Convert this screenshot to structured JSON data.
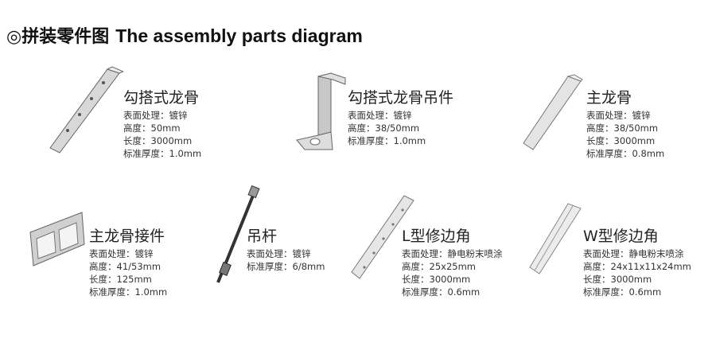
{
  "header": {
    "icon": "double-circle-icon",
    "symbol": "◎",
    "title_cn": "拼装零件图",
    "title_en": "The assembly parts diagram"
  },
  "parts": [
    {
      "title": "勾搭式龙骨",
      "specs": [
        "表面处理：镀锌",
        "高度：50mm",
        "长度：3000mm",
        "标准厚度：1.0mm"
      ]
    },
    {
      "title": "勾搭式龙骨吊件",
      "specs": [
        "表面处理：镀锌",
        "高度：38/50mm",
        "标准厚度：1.0mm"
      ]
    },
    {
      "title": "主龙骨",
      "specs": [
        "表面处理：镀锌",
        "高度：38/50mm",
        "长度：3000mm",
        "标准厚度：0.8mm"
      ]
    },
    {
      "title": "主龙骨接件",
      "specs": [
        "表面处理：镀锌",
        "高度：41/53mm",
        "长度：125mm",
        "标准厚度：1.0mm"
      ]
    },
    {
      "title": "吊杆",
      "specs": [
        "表面处理：镀锌",
        "标准厚度：6/8mm"
      ]
    },
    {
      "title": "L型修边角",
      "specs": [
        "表面处理：静电粉末喷涂",
        "高度：25x25mm",
        "长度：3000mm",
        "标准厚度：0.6mm"
      ]
    },
    {
      "title": "W型修边角",
      "specs": [
        "表面处理：静电粉末喷涂",
        "高度：24x11x11x24mm",
        "长度：3000mm",
        "标准厚度：0.6mm"
      ]
    }
  ]
}
